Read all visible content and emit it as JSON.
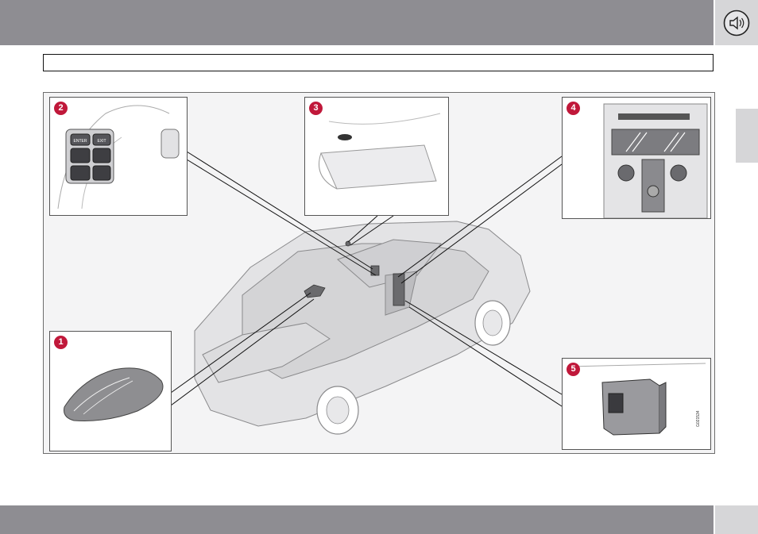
{
  "header": {
    "title": ""
  },
  "figure": {
    "code": "G021534",
    "insets": [
      {
        "number": "1"
      },
      {
        "number": "2",
        "button_labels": [
          "ENTER",
          "EXIT"
        ]
      },
      {
        "number": "3"
      },
      {
        "number": "4"
      },
      {
        "number": "5"
      }
    ]
  },
  "icons": {
    "speaker": "speaker-icon"
  },
  "colors": {
    "badge": "#c0183a",
    "bar": "#8e8d92",
    "tab": "#d6d6d8"
  }
}
